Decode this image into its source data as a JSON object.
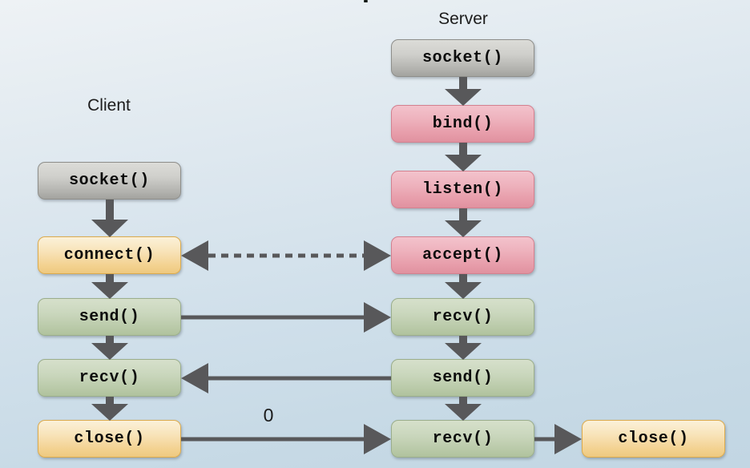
{
  "slide": {
    "title_partial": "ip ·",
    "background_top_color": "#eef2f5",
    "background_bottom_color": "#c2d6e3"
  },
  "columns": [
    {
      "id": "client",
      "label": "Client"
    },
    {
      "id": "server",
      "label": "Server"
    }
  ],
  "palette": {
    "grey": "#cfcfcb",
    "pink": "#eeb2bd",
    "yellow": "#f8e3b8",
    "green": "#cad7bd",
    "arrow": "#58585a"
  },
  "client_calls": [
    {
      "label": "socket()",
      "color": "grey"
    },
    {
      "label": "connect()",
      "color": "yellow"
    },
    {
      "label": "send()",
      "color": "green"
    },
    {
      "label": "recv()",
      "color": "green"
    },
    {
      "label": "close()",
      "color": "yellow"
    }
  ],
  "server_calls": [
    {
      "label": "socket()",
      "color": "grey"
    },
    {
      "label": "bind()",
      "color": "pink"
    },
    {
      "label": "listen()",
      "color": "pink"
    },
    {
      "label": "accept()",
      "color": "pink"
    },
    {
      "label": "recv()",
      "color": "green"
    },
    {
      "label": "send()",
      "color": "green"
    },
    {
      "label": "recv()",
      "color": "green"
    }
  ],
  "final_call": {
    "label": "close()",
    "color": "yellow"
  },
  "connections": [
    {
      "id": "handshake",
      "from": "accept()",
      "to": "connect()",
      "style": "dashed",
      "heads": "both",
      "label": ""
    },
    {
      "id": "client-send",
      "from": "send()",
      "to": "recv()",
      "style": "solid",
      "heads": "right",
      "label": ""
    },
    {
      "id": "server-send",
      "from": "send()",
      "to": "recv()",
      "style": "solid",
      "heads": "left",
      "label": ""
    },
    {
      "id": "client-close",
      "from": "close()",
      "to": "recv()",
      "style": "solid",
      "heads": "right",
      "label": "0"
    },
    {
      "id": "server-close",
      "from": "recv()",
      "to": "close()",
      "style": "solid",
      "heads": "right",
      "label": ""
    }
  ],
  "edge_label": "0"
}
